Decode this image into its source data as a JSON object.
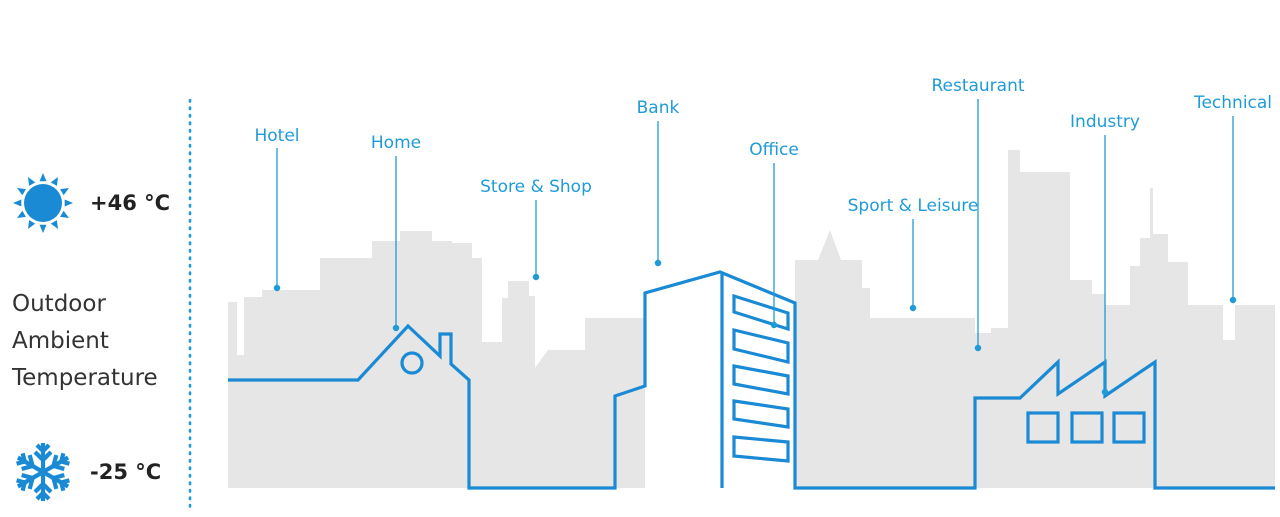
{
  "temperature": {
    "max_label": "+46 °C",
    "min_label": "-25 °C",
    "caption_lines": [
      "Outdoor",
      "Ambient",
      "Temperature"
    ]
  },
  "applications": [
    {
      "id": "hotel",
      "label": "Hotel"
    },
    {
      "id": "home",
      "label": "Home"
    },
    {
      "id": "store",
      "label": "Store & Shop"
    },
    {
      "id": "bank",
      "label": "Bank"
    },
    {
      "id": "office",
      "label": "Office"
    },
    {
      "id": "sport",
      "label": "Sport & Leisure"
    },
    {
      "id": "restaurant",
      "label": "Restaurant"
    },
    {
      "id": "industry",
      "label": "Industry"
    },
    {
      "id": "technical",
      "label": "Technical"
    }
  ],
  "icons": {
    "hot": "sun-icon",
    "cold": "snowflake-icon"
  },
  "colors": {
    "accent": "#1f9bd7",
    "skyline": "#e6e6e6",
    "outline": "#1a8ad4",
    "text": "#333333"
  }
}
